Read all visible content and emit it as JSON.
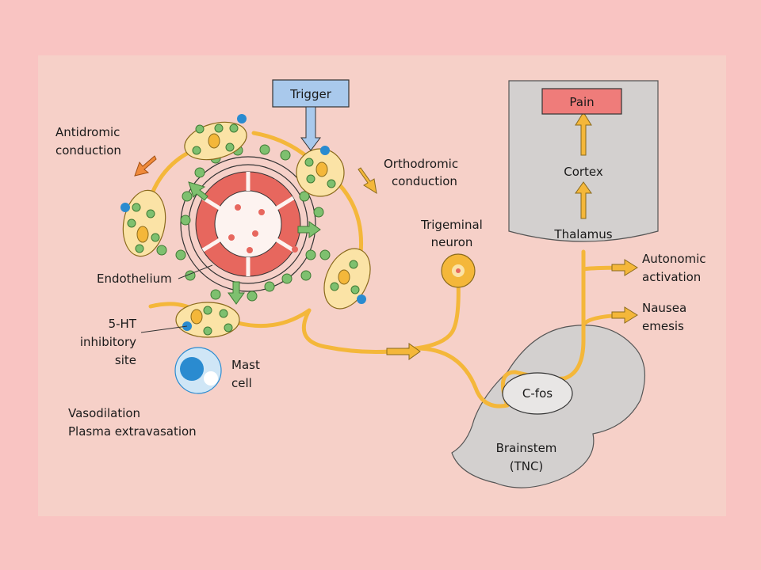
{
  "labels": {
    "trigger": "Trigger",
    "antidromic_1": "Antidromic",
    "antidromic_2": "conduction",
    "orthodromic_1": "Orthodromic",
    "orthodromic_2": "conduction",
    "endothelium": "Endothelium",
    "ht_1": "5-HT",
    "ht_2": "inhibitory",
    "ht_3": "site",
    "mast_1": "Mast",
    "mast_2": "cell",
    "vasodilation": "Vasodilation",
    "plasma": "Plasma extravasation",
    "trigeminal_1": "Trigeminal",
    "trigeminal_2": "neuron",
    "pain": "Pain",
    "cortex": "Cortex",
    "thalamus": "Thalamus",
    "autonomic_1": "Autonomic",
    "autonomic_2": "activation",
    "nausea_1": "Nausea",
    "nausea_2": "emesis",
    "cfos": "C-fos",
    "brainstem_1": "Brainstem",
    "brainstem_2": "(TNC)"
  },
  "colors": {
    "page_bg": "#f9c4c2",
    "panel_bg": "#f6d0c8",
    "nerve": "#f4b73a",
    "cell_fill": "#fbe3a6",
    "vesicle": "#7ec06f",
    "receptor": "#2a8bd0",
    "red_cell": "#e7675e",
    "trigger_box": "#a9c9ec",
    "pain_box": "#ef7c7a",
    "gray_region": "#d3d0cf"
  }
}
